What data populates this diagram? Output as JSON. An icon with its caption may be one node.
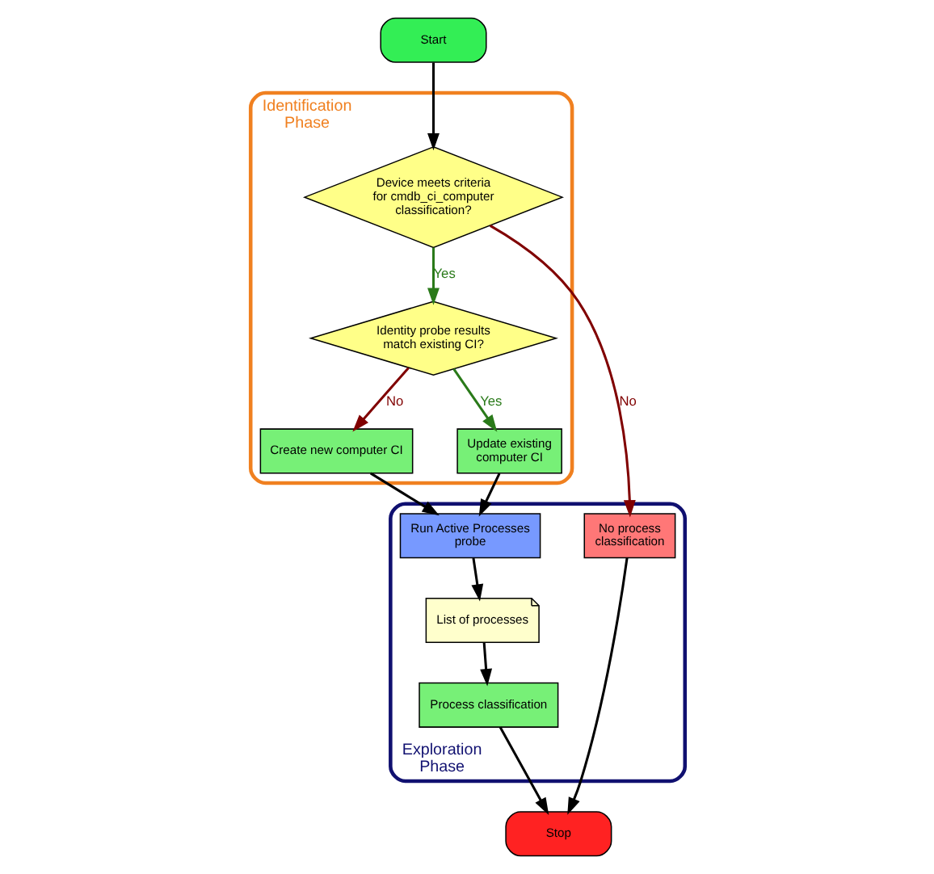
{
  "diagram": {
    "nodes": [
      {
        "text": [
          "Start"
        ]
      },
      {
        "text": [
          "Identification Phase"
        ]
      },
      {
        "text": [
          "Device meets criteria for cmdb_ci_computer classification?"
        ],
        "in": 1
      },
      {
        "text": [
          "Identity probe results match existing CI?"
        ],
        "in": 1
      },
      {
        "text": [
          "Create new computer CI"
        ],
        "in": 1
      },
      {
        "text": [
          "Update existing computer CI"
        ],
        "in": 1
      },
      {
        "text": [
          "Exploration Phase"
        ]
      },
      {
        "text": [
          "Run Active Processes probe"
        ],
        "in": 6
      },
      {
        "text": [
          "No process classification"
        ],
        "in": 6
      },
      {
        "text": [
          "List of processes"
        ],
        "in": 6
      },
      {
        "text": [
          "Process classification"
        ],
        "in": 6
      },
      {
        "text": [
          "Stop"
        ]
      }
    ],
    "edges": [
      {
        "from": 0,
        "to": 2,
        "arrow": "to"
      },
      {
        "from": 2,
        "to": 3,
        "arrow": "to",
        "label": "Yes",
        "color": "#2a7a1a"
      },
      {
        "from": 2,
        "to": 8,
        "arrow": "to",
        "label": "No",
        "color": "#800000"
      },
      {
        "from": 3,
        "to": 4,
        "arrow": "to",
        "label": "No",
        "color": "#800000"
      },
      {
        "from": 3,
        "to": 5,
        "arrow": "to",
        "label": "Yes",
        "color": "#2a7a1a"
      },
      {
        "from": 4,
        "to": 7,
        "arrow": "to"
      },
      {
        "from": 5,
        "to": 7,
        "arrow": "to"
      },
      {
        "from": 7,
        "to": 9,
        "arrow": "to"
      },
      {
        "from": 9,
        "to": 10,
        "arrow": "to"
      },
      {
        "from": 10,
        "to": 11,
        "arrow": "to"
      },
      {
        "from": 8,
        "to": 11,
        "arrow": "to"
      }
    ]
  }
}
